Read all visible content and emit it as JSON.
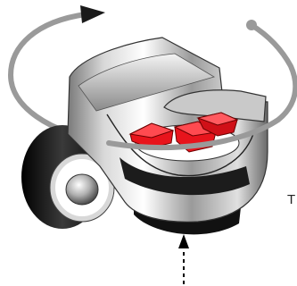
{
  "diagram": {
    "edge_text": "T",
    "parts": [
      {
        "id": "rotation-arrow",
        "kind": "curved arrow",
        "color": "#9a9a9a"
      },
      {
        "id": "wheel",
        "kind": "wheel / roller",
        "color": "#1a1a1a"
      },
      {
        "id": "housing",
        "kind": "metallic housing",
        "color": "#c8c8c8"
      },
      {
        "id": "red-blocks",
        "kind": "red blocks on platform",
        "color": "#e8141c"
      },
      {
        "id": "input-arrow",
        "kind": "dashed arrow pointing up",
        "color": "#000000"
      }
    ]
  }
}
